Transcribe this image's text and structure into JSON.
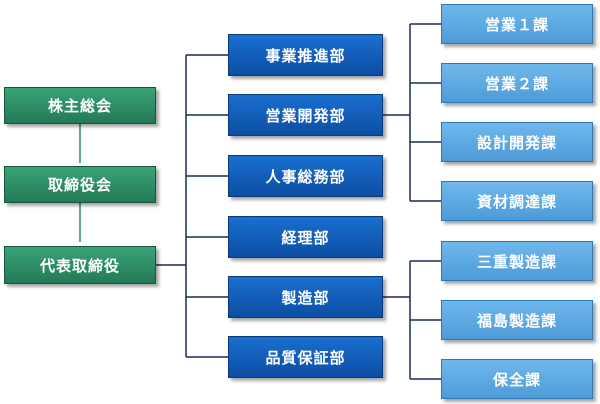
{
  "governance": [
    {
      "id": "g1",
      "label": "株主総会"
    },
    {
      "id": "g2",
      "label": "取締役会"
    },
    {
      "id": "g3",
      "label": "代表取締役"
    }
  ],
  "departments": [
    {
      "id": "d1",
      "label": "事業推進部"
    },
    {
      "id": "d2",
      "label": "営業開発部"
    },
    {
      "id": "d3",
      "label": "人事総務部"
    },
    {
      "id": "d4",
      "label": "経理部"
    },
    {
      "id": "d5",
      "label": "製造部"
    },
    {
      "id": "d6",
      "label": "品質保証部"
    }
  ],
  "sections": [
    {
      "id": "s1",
      "label": "営業１課",
      "parent": "d2"
    },
    {
      "id": "s2",
      "label": "営業２課",
      "parent": "d2"
    },
    {
      "id": "s3",
      "label": "設計開発課",
      "parent": "d2"
    },
    {
      "id": "s4",
      "label": "資材調達課",
      "parent": "d2"
    },
    {
      "id": "s5",
      "label": "三重製造課",
      "parent": "d5"
    },
    {
      "id": "s6",
      "label": "福島製造課",
      "parent": "d5"
    },
    {
      "id": "s7",
      "label": "保全課",
      "parent": "d5"
    }
  ],
  "colors": {
    "governance": "#2e8b64",
    "department": "#1565c0",
    "section": "#5ea9e2",
    "line_green": "#2e8b64",
    "line_navy": "#1a2a55"
  }
}
